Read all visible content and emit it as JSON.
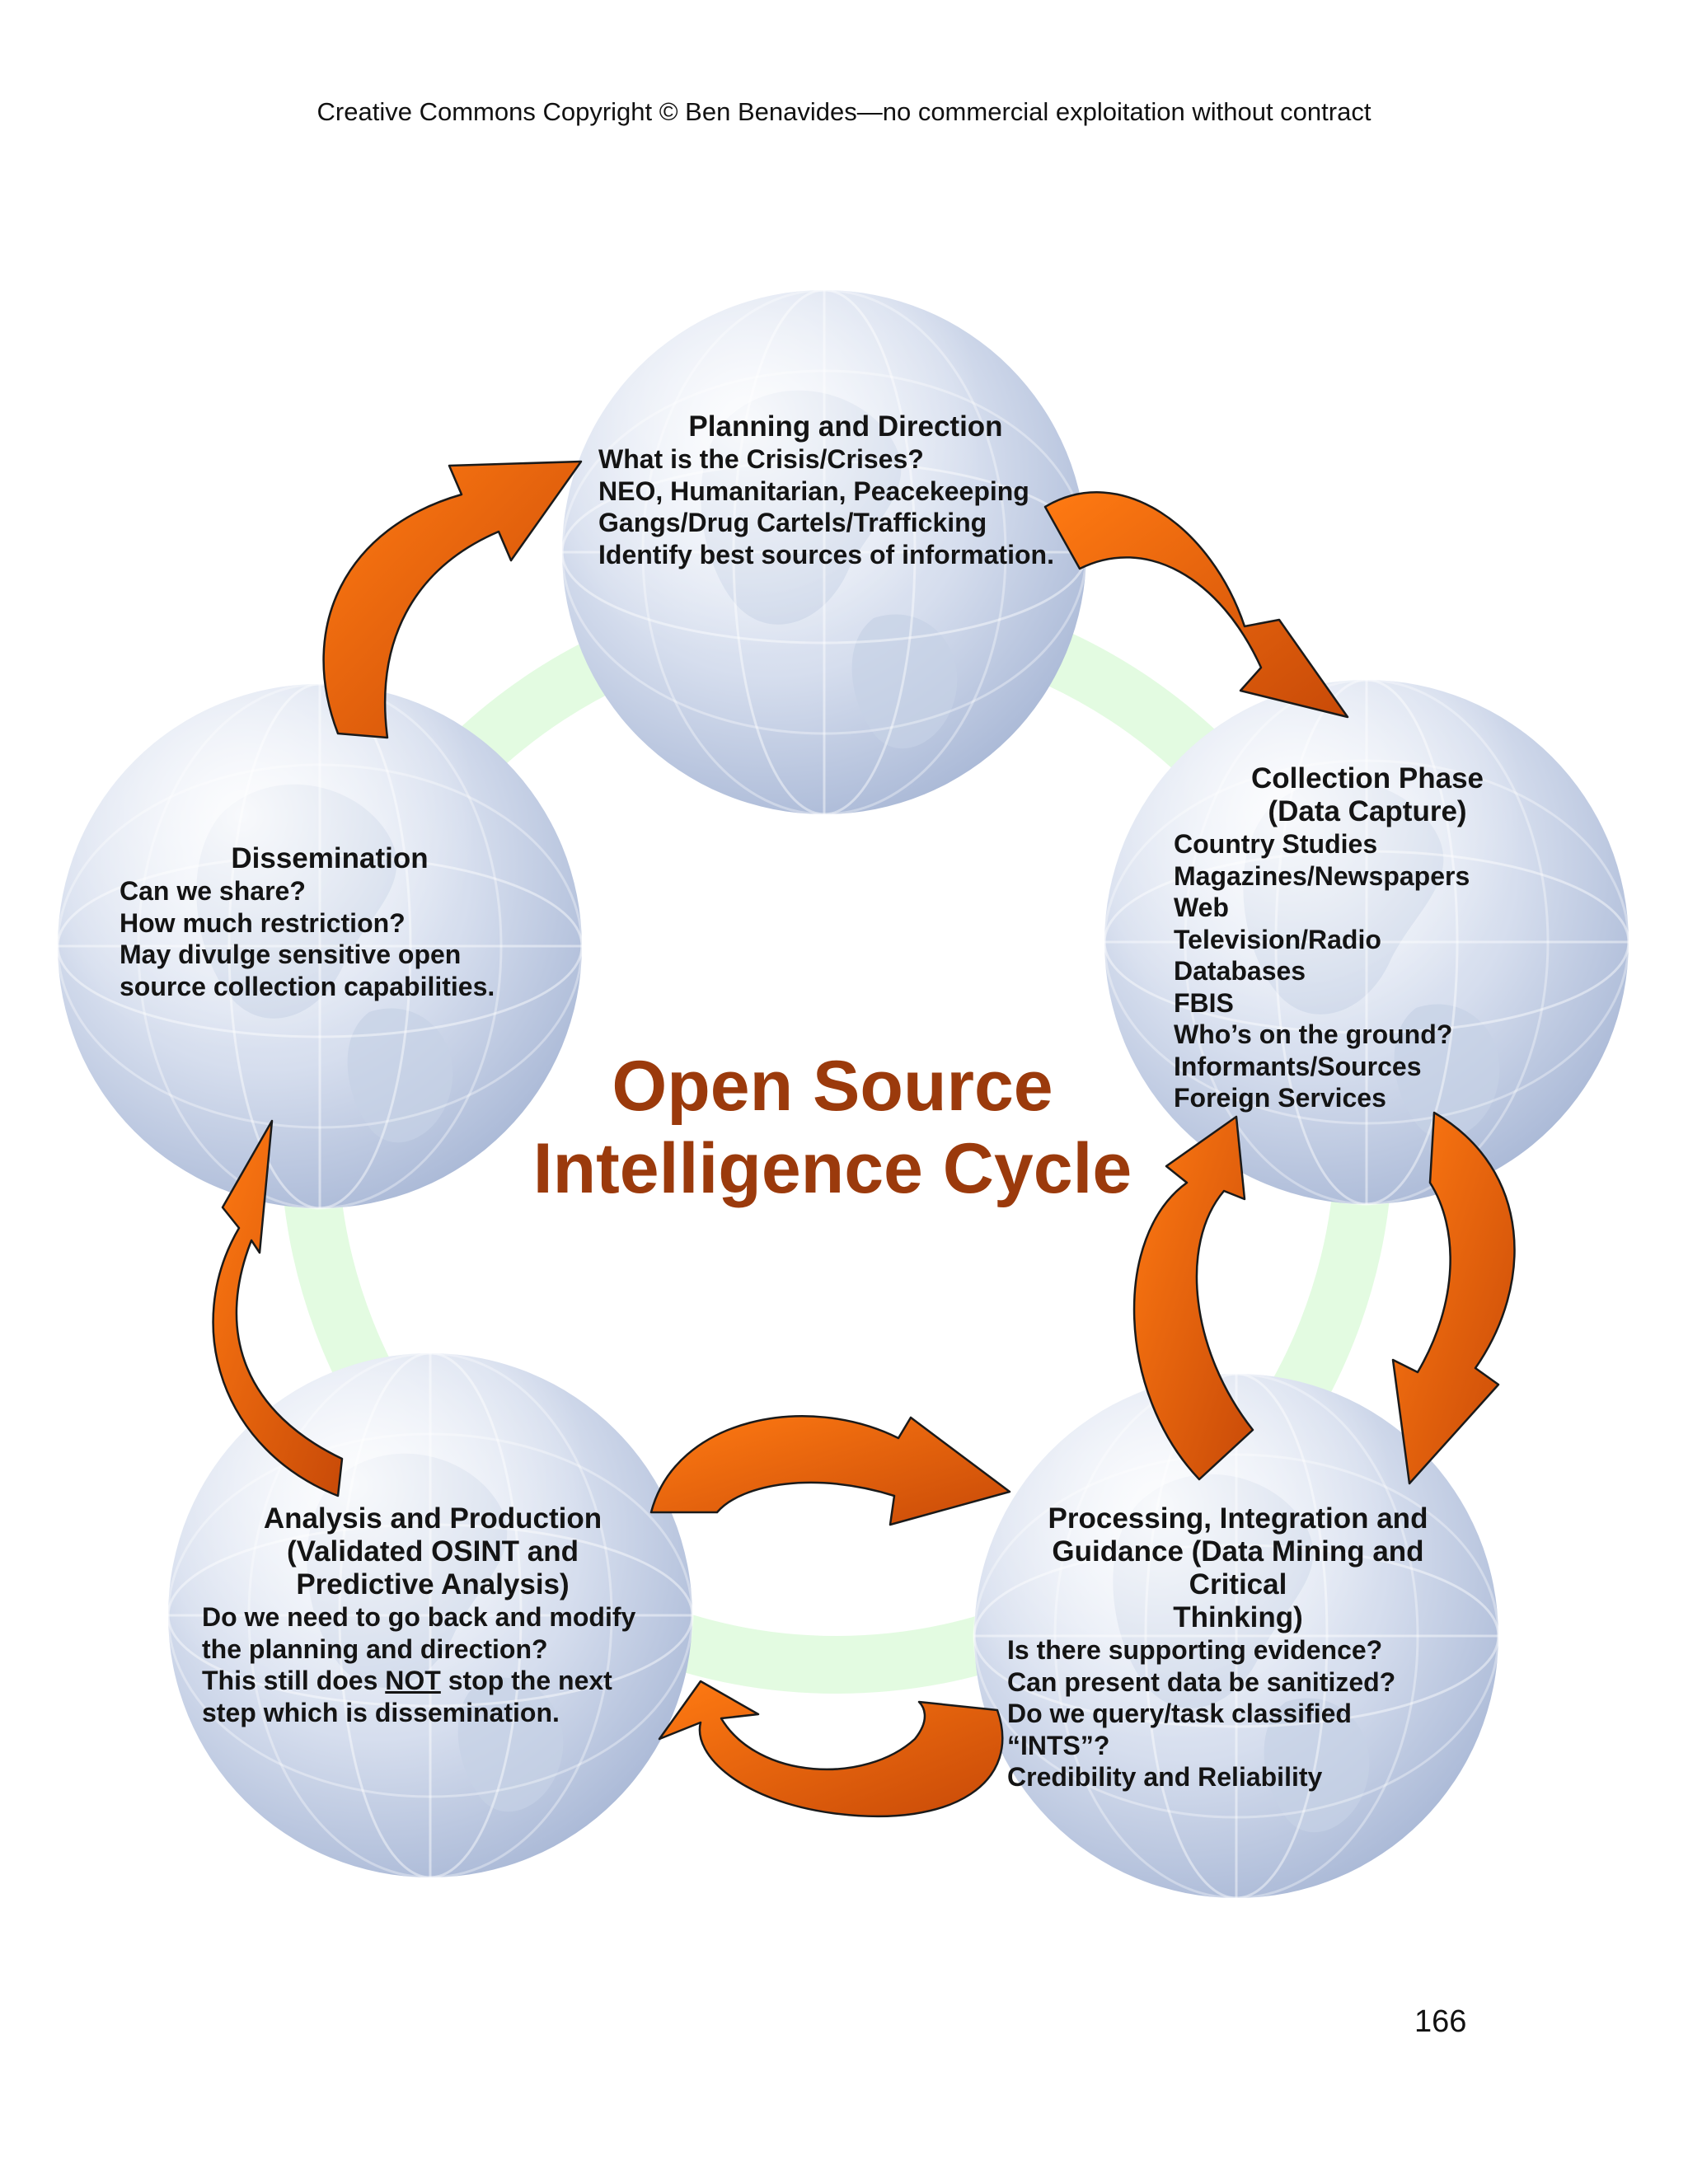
{
  "copyright": "Creative Commons Copyright © Ben Benavides—no commercial exploitation without contract",
  "page_number": "166",
  "center_title": {
    "line1": "Open Source",
    "line2": "Intelligence Cycle"
  },
  "phases": {
    "planning": {
      "heading": "Planning and Direction",
      "items": [
        "What is the Crisis/Crises?",
        "NEO, Humanitarian, Peacekeeping",
        "Gangs/Drug Cartels/Trafficking",
        "Identify best sources of information."
      ]
    },
    "collection": {
      "heading_line1": "Collection Phase",
      "heading_line2": "(Data Capture)",
      "items": [
        "Country Studies",
        "Magazines/Newspapers",
        "Web",
        "Television/Radio",
        "Databases",
        "FBIS",
        "Who’s on the ground?",
        "Informants/Sources",
        "Foreign Services"
      ]
    },
    "dissemination": {
      "heading": "Dissemination",
      "items": [
        "Can we share?",
        "How much restriction?",
        "May divulge sensitive open",
        "source collection capabilities."
      ]
    },
    "analysis": {
      "heading_line1": "Analysis and Production",
      "heading_line2": "(Validated OSINT and",
      "heading_line3": "Predictive Analysis)",
      "items": [
        "Do we need to go back and modify",
        "the planning and direction?"
      ],
      "line3_before": "This still does ",
      "line3_underlined": "NOT",
      "line3_after": " stop the next",
      "line4": "step which is dissemination."
    },
    "processing": {
      "heading_line1": "Processing, Integration and",
      "heading_line2": "Guidance (Data Mining and Critical",
      "heading_line3": "Thinking)",
      "items": [
        "Is there supporting evidence?",
        "Can present data be sanitized?",
        "Do we query/task classified",
        "“INTS”?",
        "Credibility and Reliability"
      ]
    }
  },
  "colors": {
    "title": "#9b3a0c",
    "arrow_light": "#ff6a0a",
    "arrow_dark": "#c84a08",
    "globe_light": "#eef2f9",
    "globe_dark": "#a9b8d6",
    "ring": "#e3fbe1"
  },
  "icons": [
    "globe-icon",
    "curved-arrow-icon"
  ]
}
